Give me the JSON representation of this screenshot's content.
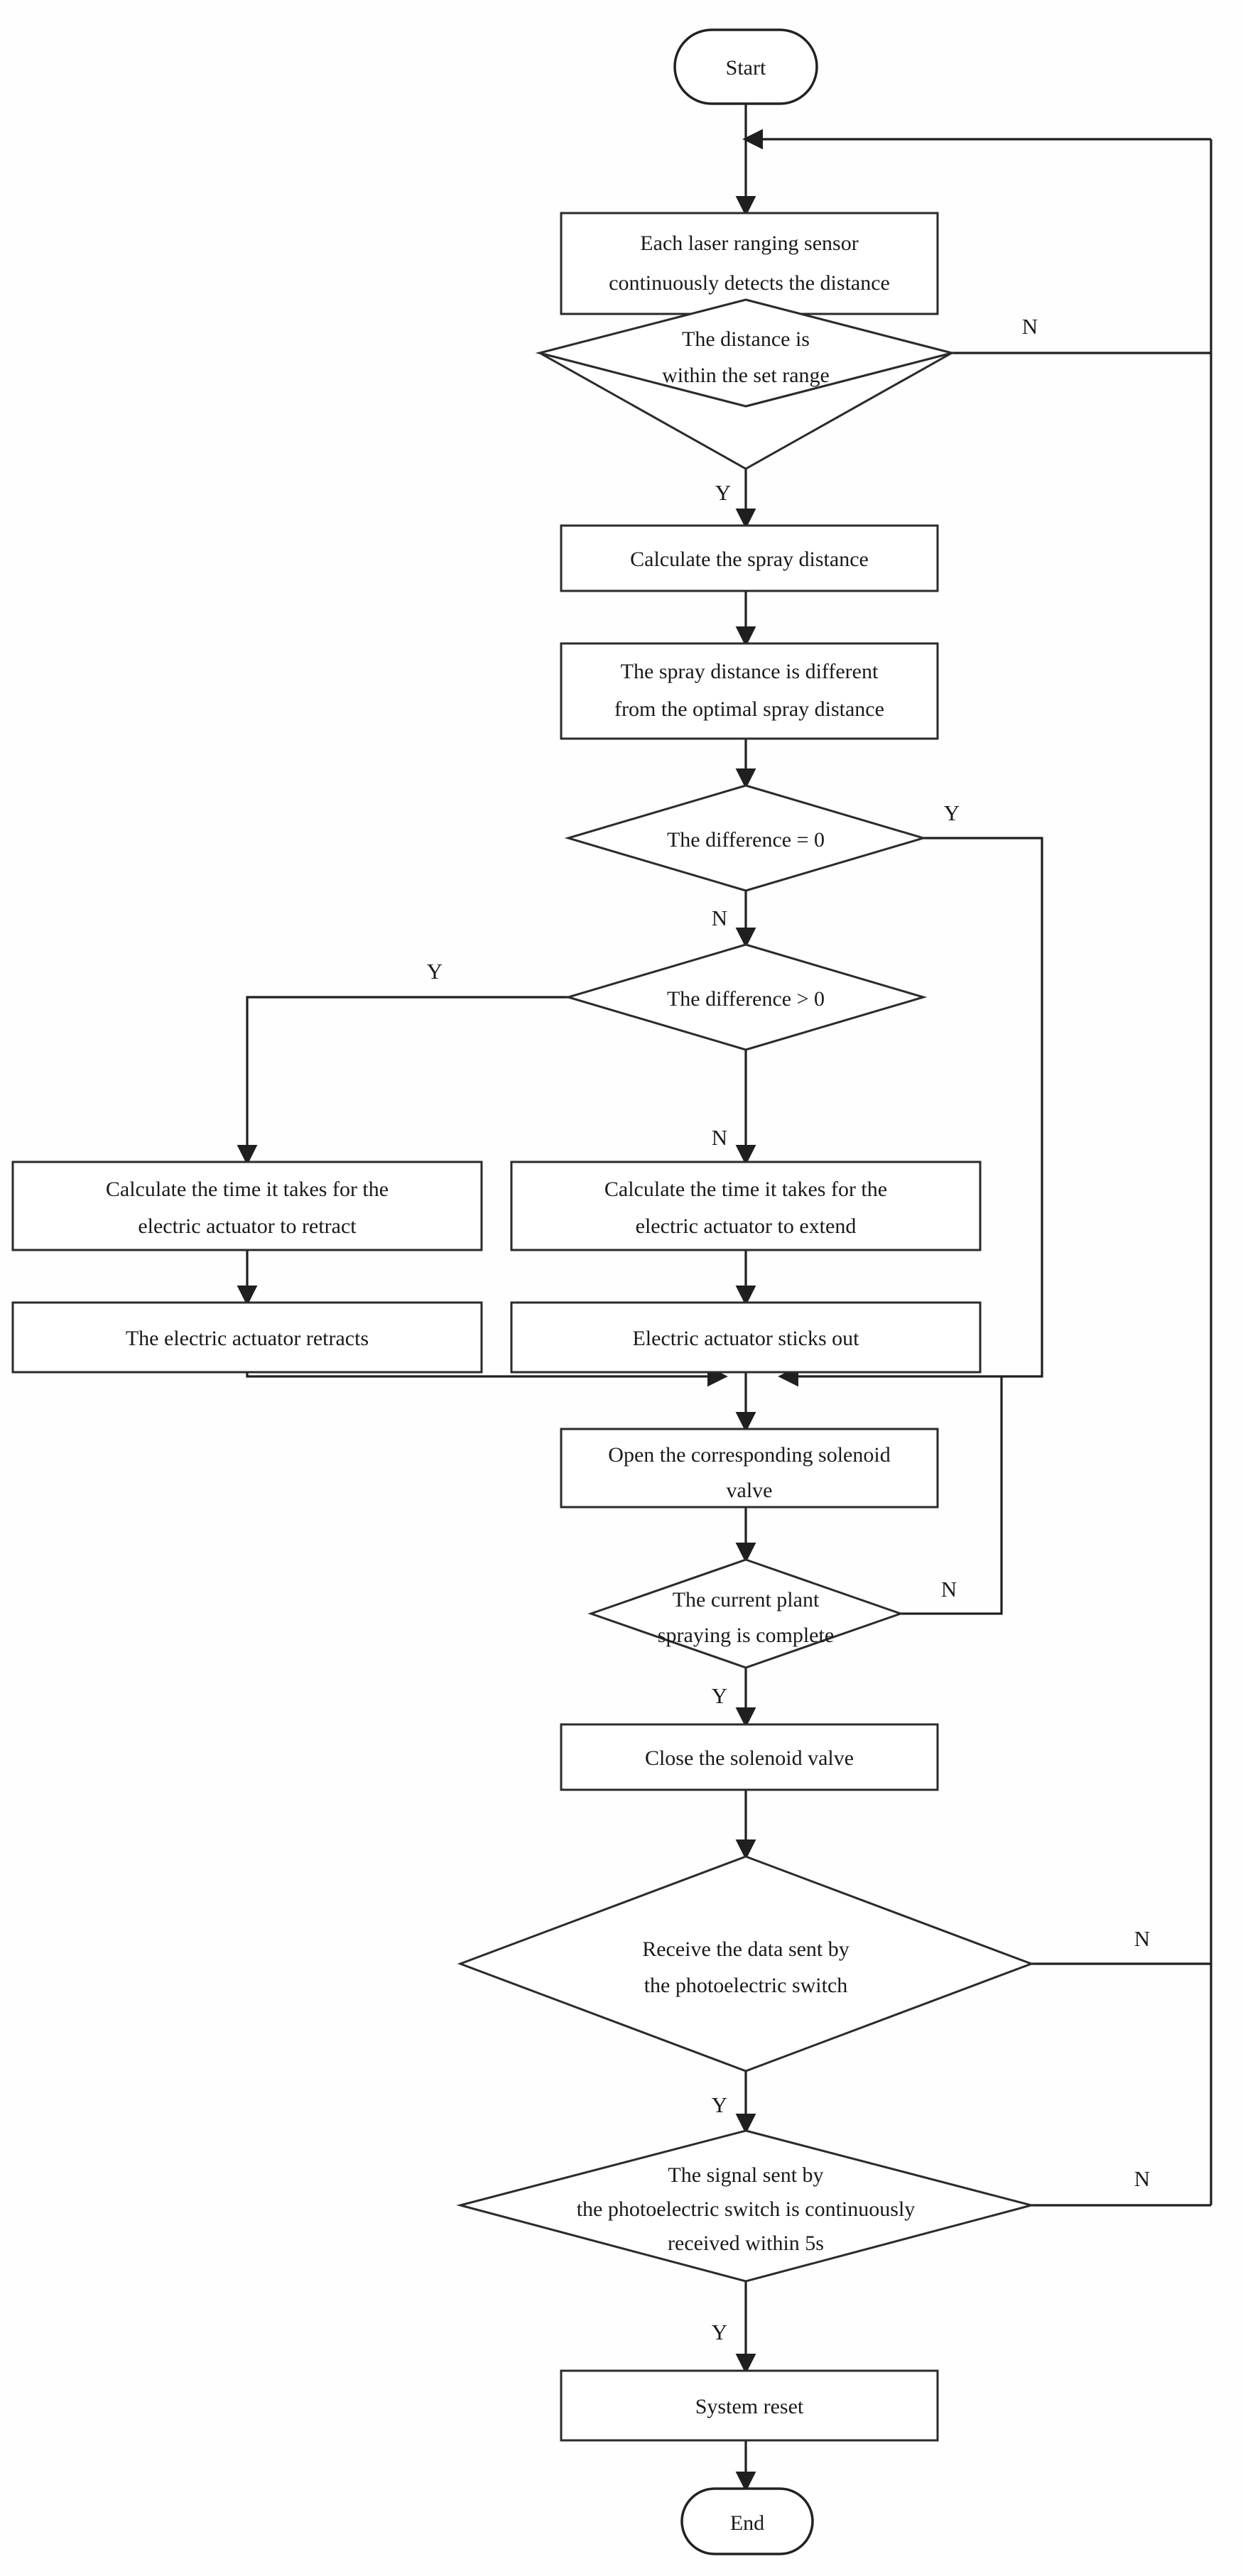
{
  "diagram": {
    "title": "Spray control system flowchart",
    "type": "flowchart",
    "colors": {
      "background": "#ffffff",
      "stroke": "#1f1f1f",
      "text": "#1a1a1a",
      "shape_fill": "#ffffff"
    },
    "nodes": {
      "start": {
        "label": "Start",
        "shape": "terminator"
      },
      "detect": {
        "label_line1": "Each laser ranging sensor",
        "label_line2": "continuously detects the distance",
        "shape": "process"
      },
      "in_range": {
        "label_line1": "The distance is",
        "label_line2": "within the set range",
        "shape": "decision"
      },
      "calc_spray": {
        "label_line1": "Calculate the spray distance",
        "shape": "process"
      },
      "spray_diff": {
        "label_line1": "The spray distance is different",
        "label_line2": "from the optimal spray distance",
        "shape": "process"
      },
      "diff_eq_zero": {
        "label_line1": "The difference = 0",
        "shape": "decision"
      },
      "diff_gt_zero": {
        "label_line1": "The difference > 0",
        "shape": "decision"
      },
      "calc_retract": {
        "label_line1": "Calculate the time it takes for the",
        "label_line2": "electric actuator to retract",
        "shape": "process"
      },
      "calc_extend": {
        "label_line1": "Calculate the time it takes for the",
        "label_line2": "electric actuator to extend",
        "shape": "process"
      },
      "actuator_retracts": {
        "label_line1": "The electric actuator retracts",
        "shape": "process"
      },
      "actuator_extends": {
        "label_line1": "Electric actuator sticks out",
        "shape": "process"
      },
      "open_valve": {
        "label_line1": "Open the corresponding solenoid",
        "label_line2": "valve",
        "shape": "process"
      },
      "spray_complete": {
        "label_line1": "The current plant",
        "label_line2": "spraying is complete",
        "shape": "decision"
      },
      "close_valve": {
        "label_line1": "Close the solenoid valve",
        "shape": "process"
      },
      "receive_data": {
        "label_line1": "Receive the data sent by",
        "label_line2": "the photoelectric switch",
        "shape": "decision"
      },
      "signal_5s": {
        "label_line1": "The signal sent by",
        "label_line2": "the photoelectric switch is continuously",
        "label_line3": "received within 5s",
        "shape": "decision"
      },
      "system_reset": {
        "label_line1": "System reset",
        "shape": "process"
      },
      "end": {
        "label": "End",
        "shape": "terminator"
      }
    },
    "branch_labels": {
      "in_range_no": "N",
      "in_range_yes": "Y",
      "diff_eq_zero_yes": "Y",
      "diff_eq_zero_no": "N",
      "diff_gt_zero_yes": "Y",
      "diff_gt_zero_no": "N",
      "spray_complete_no": "N",
      "spray_complete_yes": "Y",
      "receive_data_no": "N",
      "receive_data_yes": "Y",
      "signal_5s_no": "N",
      "signal_5s_yes": "Y"
    },
    "edges": [
      {
        "from": "start",
        "to": "detect",
        "label": ""
      },
      {
        "from": "detect",
        "to": "in_range",
        "label": ""
      },
      {
        "from": "in_range",
        "to": "calc_spray",
        "label": "Y"
      },
      {
        "from": "in_range",
        "to": "detect",
        "label": "N"
      },
      {
        "from": "calc_spray",
        "to": "spray_diff",
        "label": ""
      },
      {
        "from": "spray_diff",
        "to": "diff_eq_zero",
        "label": ""
      },
      {
        "from": "diff_eq_zero",
        "to": "open_valve",
        "label": "Y"
      },
      {
        "from": "diff_eq_zero",
        "to": "diff_gt_zero",
        "label": "N"
      },
      {
        "from": "diff_gt_zero",
        "to": "calc_retract",
        "label": "Y"
      },
      {
        "from": "diff_gt_zero",
        "to": "calc_extend",
        "label": "N"
      },
      {
        "from": "calc_retract",
        "to": "actuator_retracts",
        "label": ""
      },
      {
        "from": "calc_extend",
        "to": "actuator_extends",
        "label": ""
      },
      {
        "from": "actuator_retracts",
        "to": "open_valve",
        "label": ""
      },
      {
        "from": "actuator_extends",
        "to": "open_valve",
        "label": ""
      },
      {
        "from": "open_valve",
        "to": "spray_complete",
        "label": ""
      },
      {
        "from": "spray_complete",
        "to": "close_valve",
        "label": "Y"
      },
      {
        "from": "spray_complete",
        "to": "detect",
        "label": "N"
      },
      {
        "from": "close_valve",
        "to": "receive_data",
        "label": ""
      },
      {
        "from": "receive_data",
        "to": "signal_5s",
        "label": "Y"
      },
      {
        "from": "receive_data",
        "to": "detect",
        "label": "N"
      },
      {
        "from": "signal_5s",
        "to": "system_reset",
        "label": "Y"
      },
      {
        "from": "signal_5s",
        "to": "detect",
        "label": "N"
      },
      {
        "from": "system_reset",
        "to": "end",
        "label": ""
      }
    ]
  }
}
